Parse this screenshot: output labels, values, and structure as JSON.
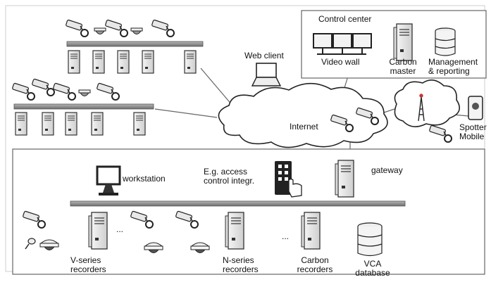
{
  "labels": {
    "control_center": "Control center",
    "video_wall": "Video wall",
    "carbon_master_1": "Carbon",
    "carbon_master_2": "master",
    "management_1": "Management",
    "management_2": "& reporting",
    "web_client": "Web client",
    "internet": "Internet",
    "spotter_1": "Spotter",
    "spotter_2": "Mobile",
    "workstation": "workstation",
    "access_1": "E.g. access",
    "access_2": "control integr.",
    "gateway": "gateway",
    "v_series_1": "V-series",
    "v_series_2": "recorders",
    "n_series_1": "N-series",
    "n_series_2": "recorders",
    "carbon_rec_1": "Carbon",
    "carbon_rec_2": "recorders",
    "vca_1": "VCA",
    "vca_2": "database",
    "ellipsis": "..."
  },
  "icons": [
    "camera-icon",
    "dome-camera-icon",
    "server-icon",
    "monitor-icon",
    "laptop-icon",
    "database-icon",
    "cloud-icon",
    "keypad-icon",
    "antenna-icon",
    "phone-icon"
  ],
  "colors": {
    "line": "#555555",
    "fill": "#ffffff",
    "bar": "#8a8a8a",
    "box_border": "#666666"
  }
}
